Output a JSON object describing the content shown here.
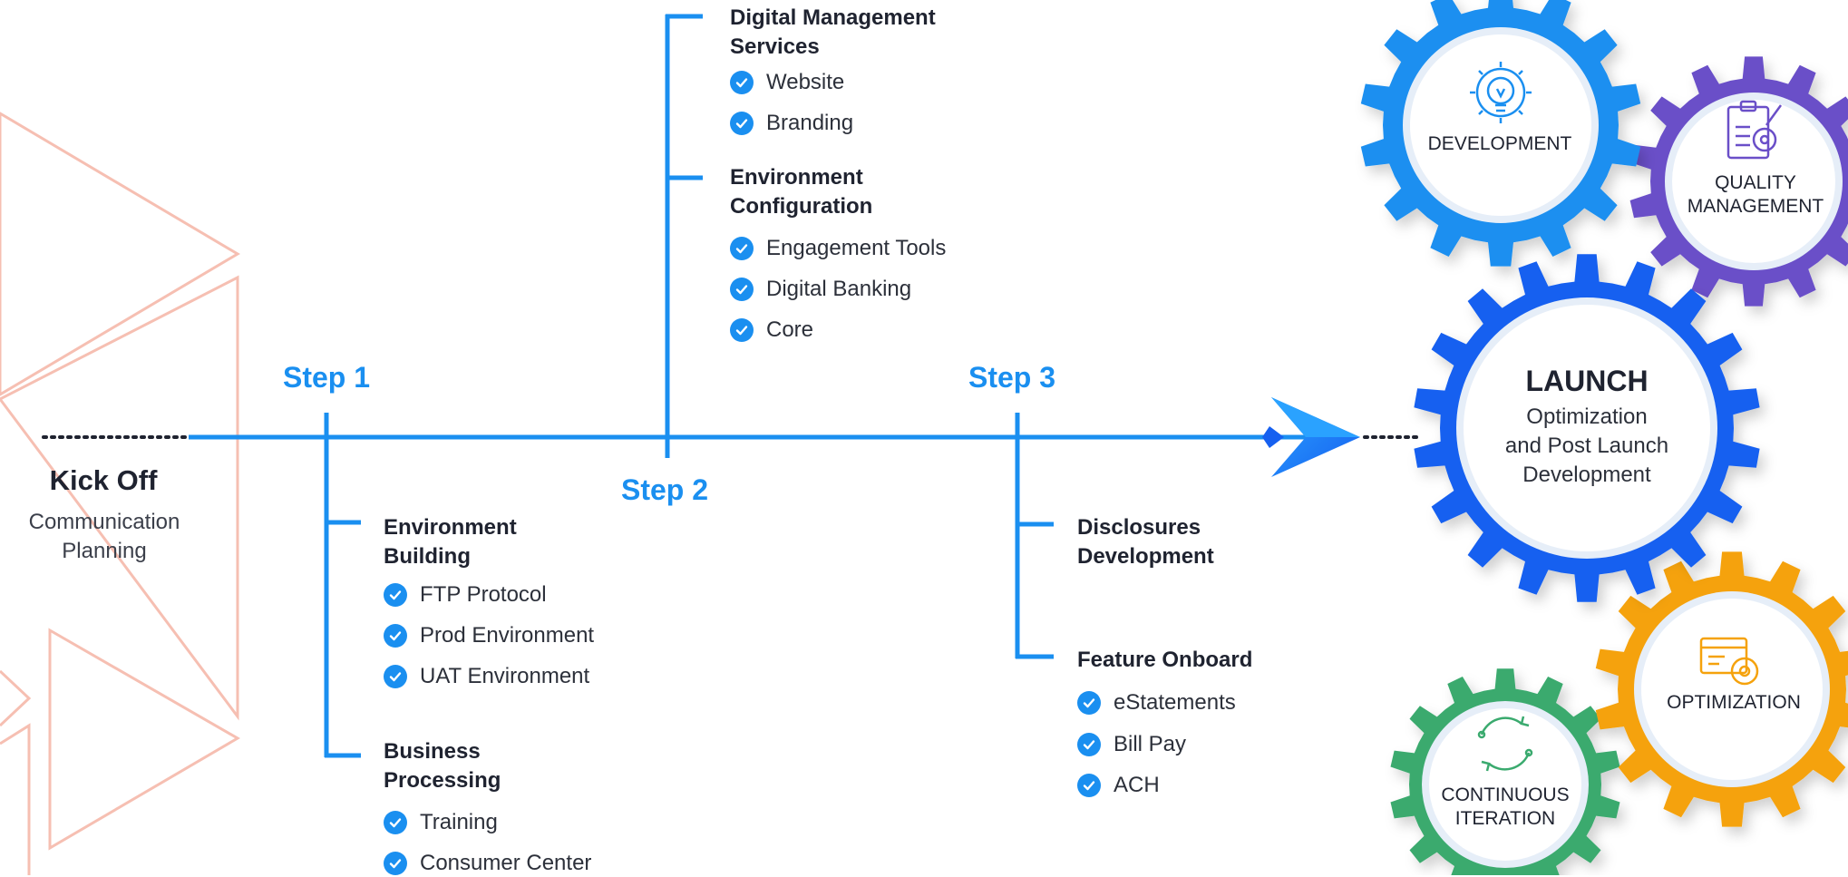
{
  "kickoff": {
    "title": "Kick Off",
    "subtitle_line1": "Communication",
    "subtitle_line2": "Planning"
  },
  "steps": {
    "step1": "Step 1",
    "step2": "Step 2",
    "step3": "Step 3"
  },
  "groups": {
    "digital_mgmt": {
      "title_line1": "Digital Management",
      "title_line2": "Services",
      "items": [
        "Website",
        "Branding"
      ]
    },
    "env_config": {
      "title_line1": "Environment",
      "title_line2": "Configuration",
      "items": [
        "Engagement Tools",
        "Digital Banking",
        "Core"
      ]
    },
    "env_building": {
      "title_line1": "Environment",
      "title_line2": "Building",
      "items": [
        "FTP Protocol",
        "Prod Environment",
        "UAT Environment"
      ]
    },
    "business_processing": {
      "title_line1": "Business",
      "title_line2": "Processing",
      "items": [
        "Training",
        "Consumer Center"
      ]
    },
    "disclosures": {
      "title_line1": "Disclosures",
      "title_line2": "Development"
    },
    "feature_onboard": {
      "title": "Feature Onboard",
      "items": [
        "eStatements",
        "Bill Pay",
        "ACH"
      ]
    }
  },
  "gears": {
    "development": {
      "label": "DEVELOPMENT",
      "color": "#1a8ff0",
      "icon": "lightbulb-gear-icon"
    },
    "quality": {
      "label_line1": "QUALITY",
      "label_line2": "MANAGEMENT",
      "color": "#6a4fc8",
      "icon": "clipboard-gear-icon"
    },
    "launch": {
      "title": "LAUNCH",
      "sub_line1": "Optimization",
      "sub_line2": "and Post Launch",
      "sub_line3": "Development",
      "color": "#1660f0"
    },
    "optimization": {
      "label": "OPTIMIZATION",
      "color": "#f5a20c",
      "icon": "browser-gear-icon"
    },
    "continuous": {
      "label_line1": "CONTINUOUS",
      "label_line2": "ITERATION",
      "color": "#3aaa6e",
      "icon": "cycle-icon"
    }
  },
  "colors": {
    "timeline": "#1a8ff0",
    "check": "#1a8ff0",
    "decor_triangles": "#f6bfb2"
  }
}
